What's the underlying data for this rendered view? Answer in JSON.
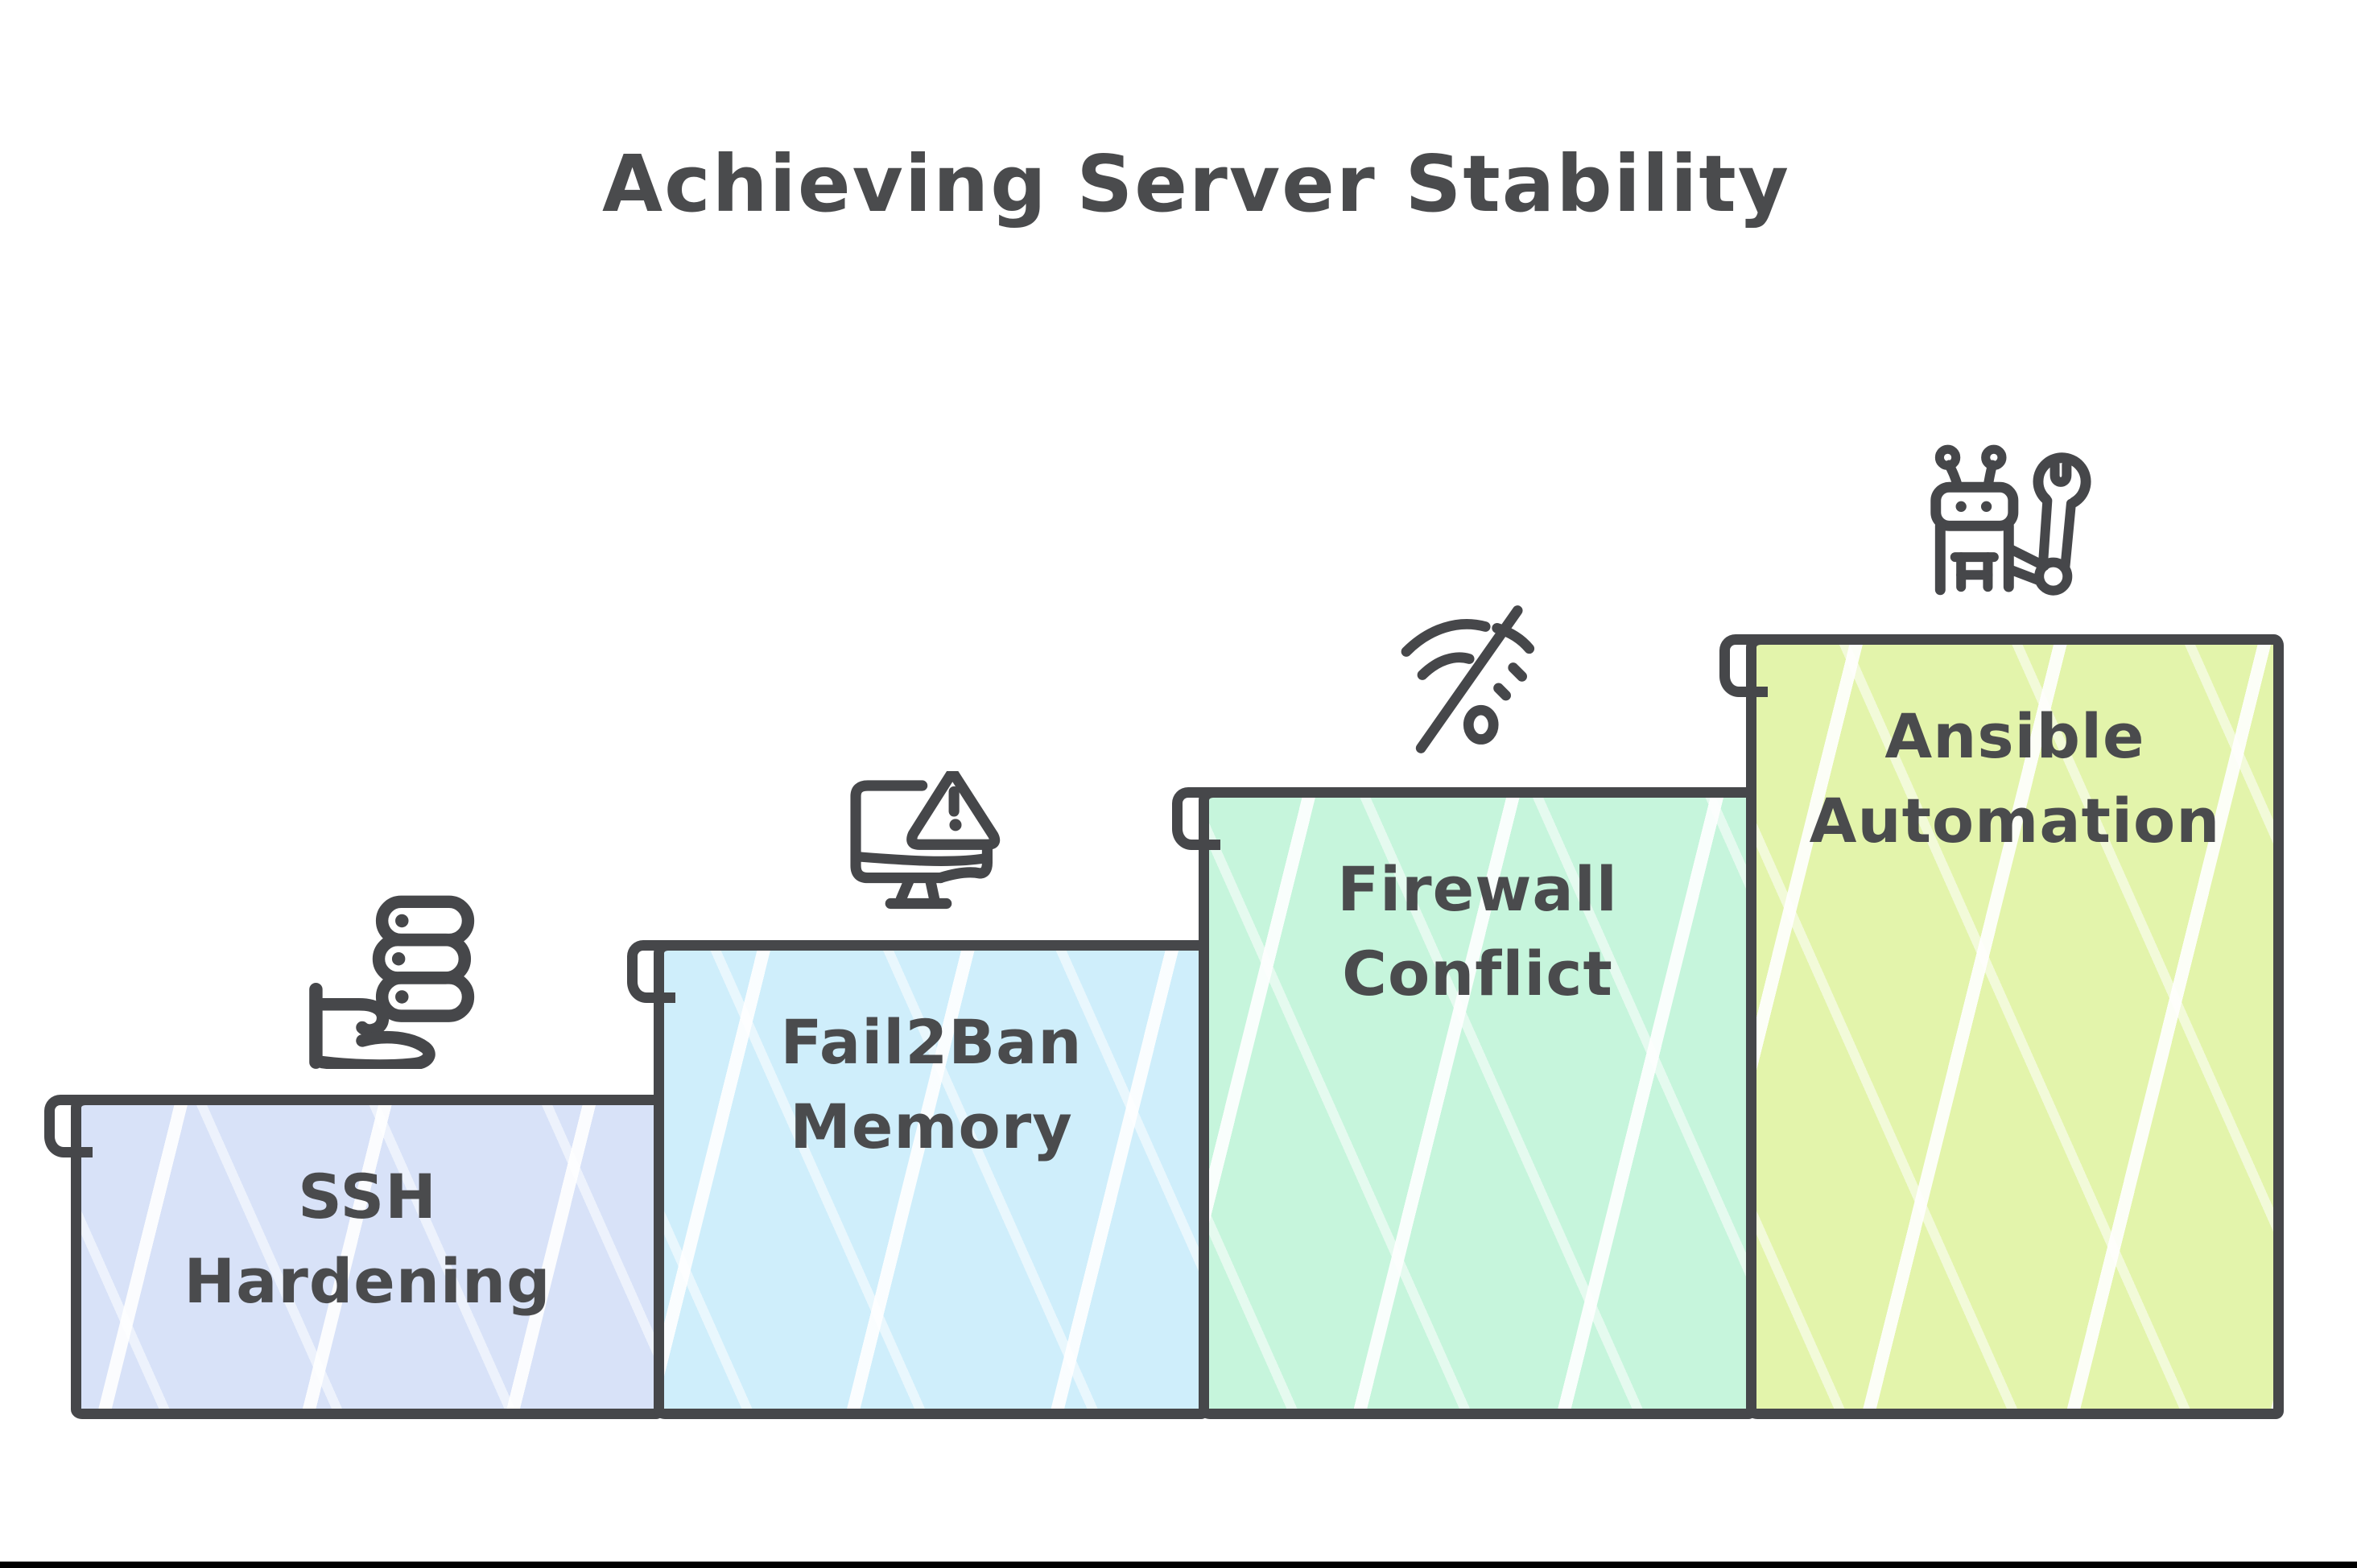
{
  "title": "Achieving Server Stability",
  "colors": {
    "ink": "#46474a",
    "text": "#4a4b4d",
    "background": "#ffffff",
    "bottom_bar": "#000000"
  },
  "steps": [
    {
      "label_line1": "SSH",
      "label_line2": "Hardening",
      "fill": "#d8e2f8",
      "icon": "hand-holding-server-icon"
    },
    {
      "label_line1": "Fail2Ban",
      "label_line2": "Memory",
      "fill": "#cfeefb",
      "icon": "monitor-warning-icon"
    },
    {
      "label_line1": "Firewall",
      "label_line2": "Conflict",
      "fill": "#c6f5dc",
      "icon": "wifi-off-icon"
    },
    {
      "label_line1": "Ansible",
      "label_line2": "Automation",
      "fill": "#e3f4ab",
      "icon": "robot-wrench-icon"
    }
  ]
}
